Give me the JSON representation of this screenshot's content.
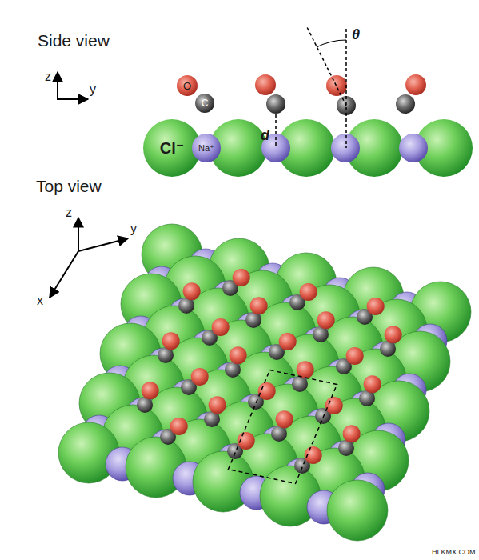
{
  "diagram": {
    "nodes": [
      {
        "text": [
          "O"
        ]
      },
      {
        "text": [
          "C"
        ]
      },
      {
        "text": [
          "Cl⁻"
        ]
      },
      {
        "text": [
          "Na⁺"
        ]
      }
    ],
    "labels": [
      "Side view",
      "z",
      "y",
      "d",
      "θ",
      "Top view",
      "z",
      "y",
      "x",
      "HLKMX.COM"
    ]
  }
}
